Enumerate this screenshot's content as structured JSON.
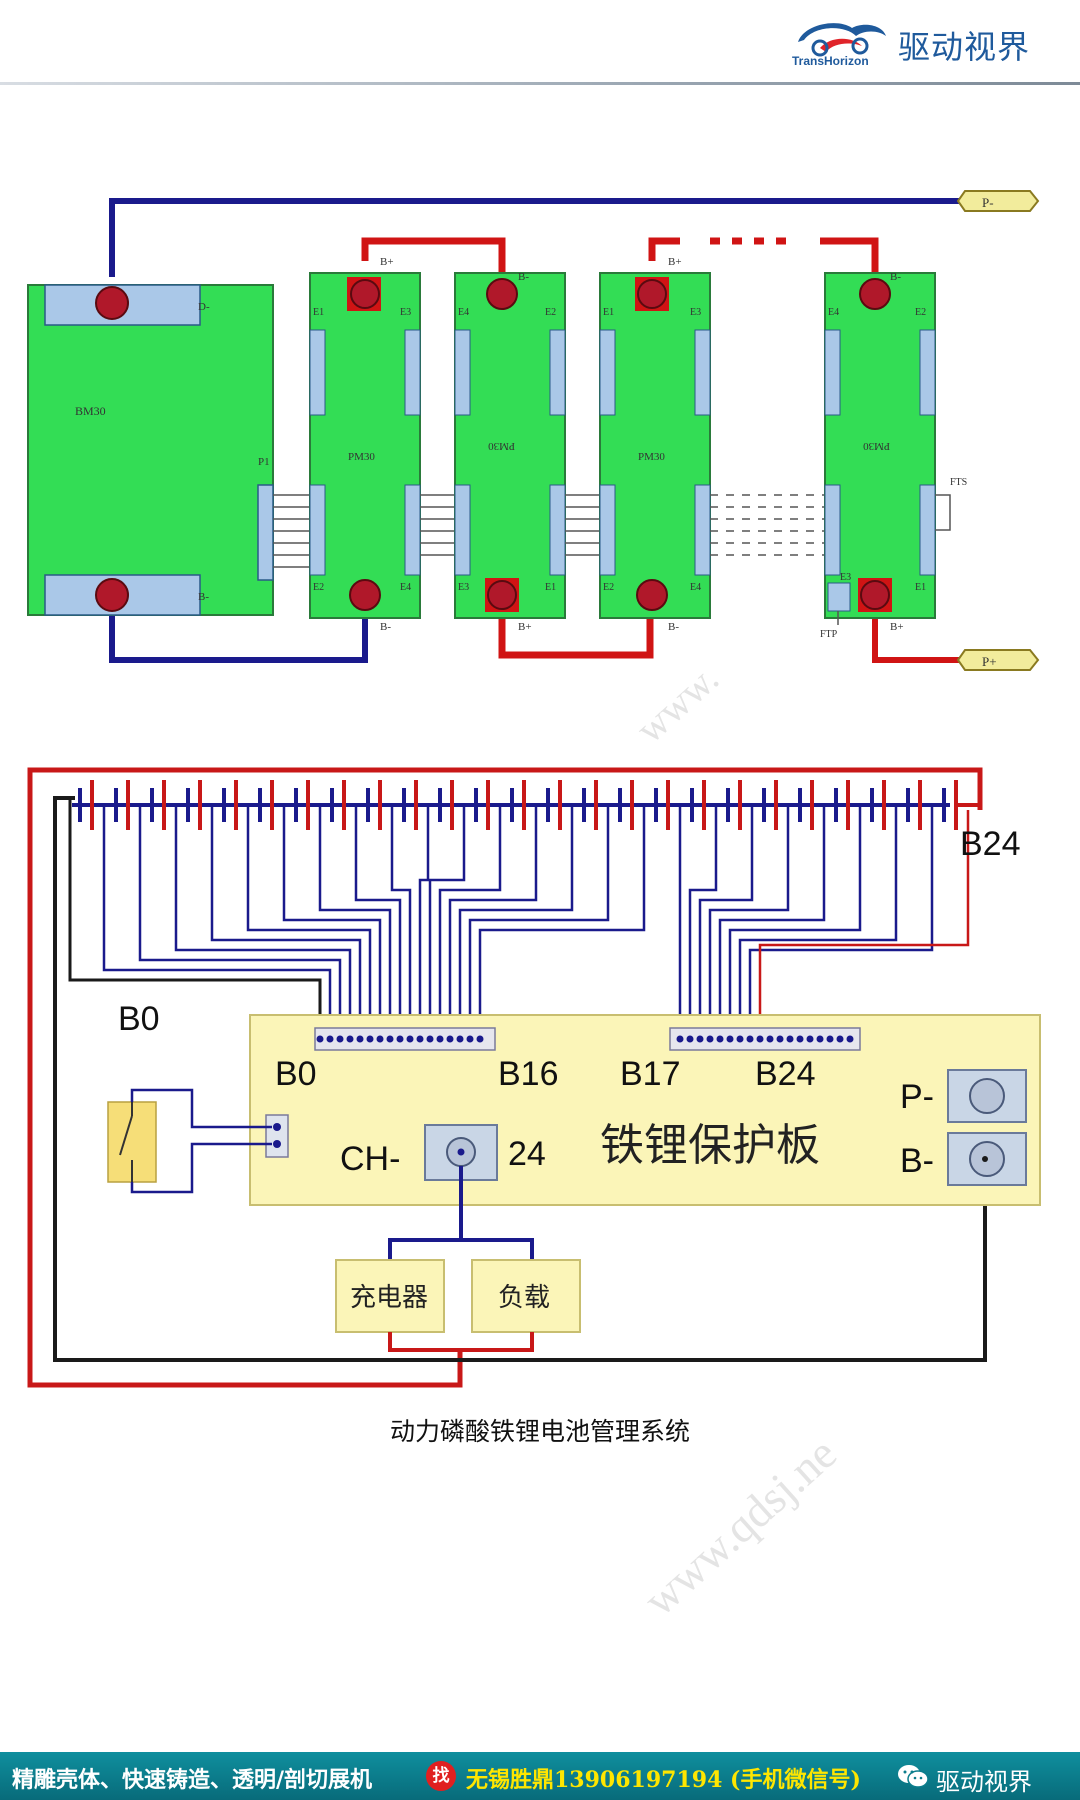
{
  "header": {
    "logo_en": "TransHorizon",
    "logo_cn": "驱动视界",
    "logo_color": "#1f5a9c"
  },
  "diagram1": {
    "terminal_p_minus": "P-",
    "terminal_p_plus": "P+",
    "bm_label": "BM30",
    "pm_label": "PM30",
    "rotated_label": "PM30",
    "d_minus": "D-",
    "b_minus": "B-",
    "b_plus": "B+",
    "p1": "P1",
    "e1": "E1",
    "e2": "E2",
    "e3": "E3",
    "e4": "E4",
    "fts": "FTS",
    "ftp": "FTP",
    "ellipsis": "....",
    "wire_red": "#d01414",
    "wire_blue": "#1a1a8c",
    "board_green": "#33dd55"
  },
  "diagram2": {
    "b24_top": "B24",
    "b0_left": "B0",
    "b0": "B0",
    "b16": "B16",
    "b17": "B17",
    "b24": "B24",
    "ch_minus": "CH-",
    "ch_num": "24",
    "board_title": "铁锂保护板",
    "p_minus": "P-",
    "b_minus": "B-",
    "charger": "充电器",
    "load": "负载",
    "board_color": "#fbf5b8"
  },
  "caption": "动力磷酸铁锂电池管理系统",
  "watermarks": [
    "www.",
    "www.qdsj.ne"
  ],
  "footer": {
    "left_text": "精雕壳体、快速铸造、透明/剖切展机",
    "badge": "找",
    "contact": "无锡胜鼎13906197194 (手机微信号)",
    "right_text": "驱动视界",
    "background": "#0b7d8c"
  }
}
